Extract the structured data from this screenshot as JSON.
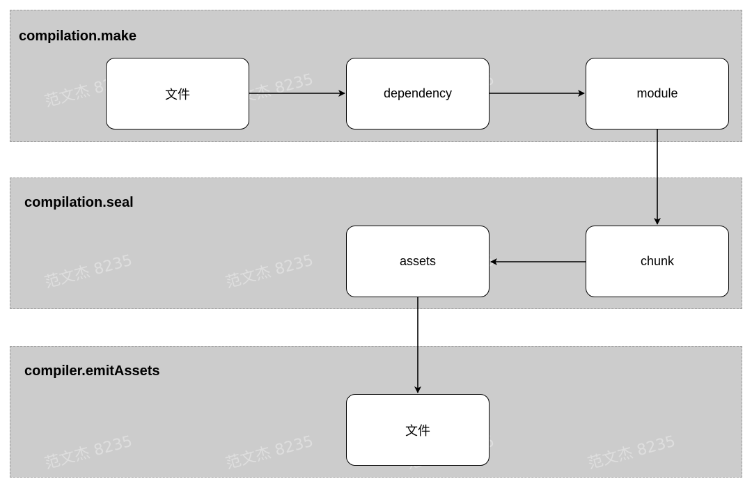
{
  "stages": {
    "make": {
      "title": "compilation.make"
    },
    "seal": {
      "title": "compilation.seal"
    },
    "emit": {
      "title": "compiler.emitAssets"
    }
  },
  "nodes": {
    "file_in": "文件",
    "dependency": "dependency",
    "module": "module",
    "chunk": "chunk",
    "assets": "assets",
    "file_out": "文件"
  },
  "edges": [
    {
      "from": "file_in",
      "to": "dependency"
    },
    {
      "from": "dependency",
      "to": "module"
    },
    {
      "from": "module",
      "to": "chunk"
    },
    {
      "from": "chunk",
      "to": "assets"
    },
    {
      "from": "assets",
      "to": "file_out"
    }
  ],
  "watermark": "范文杰 8235"
}
